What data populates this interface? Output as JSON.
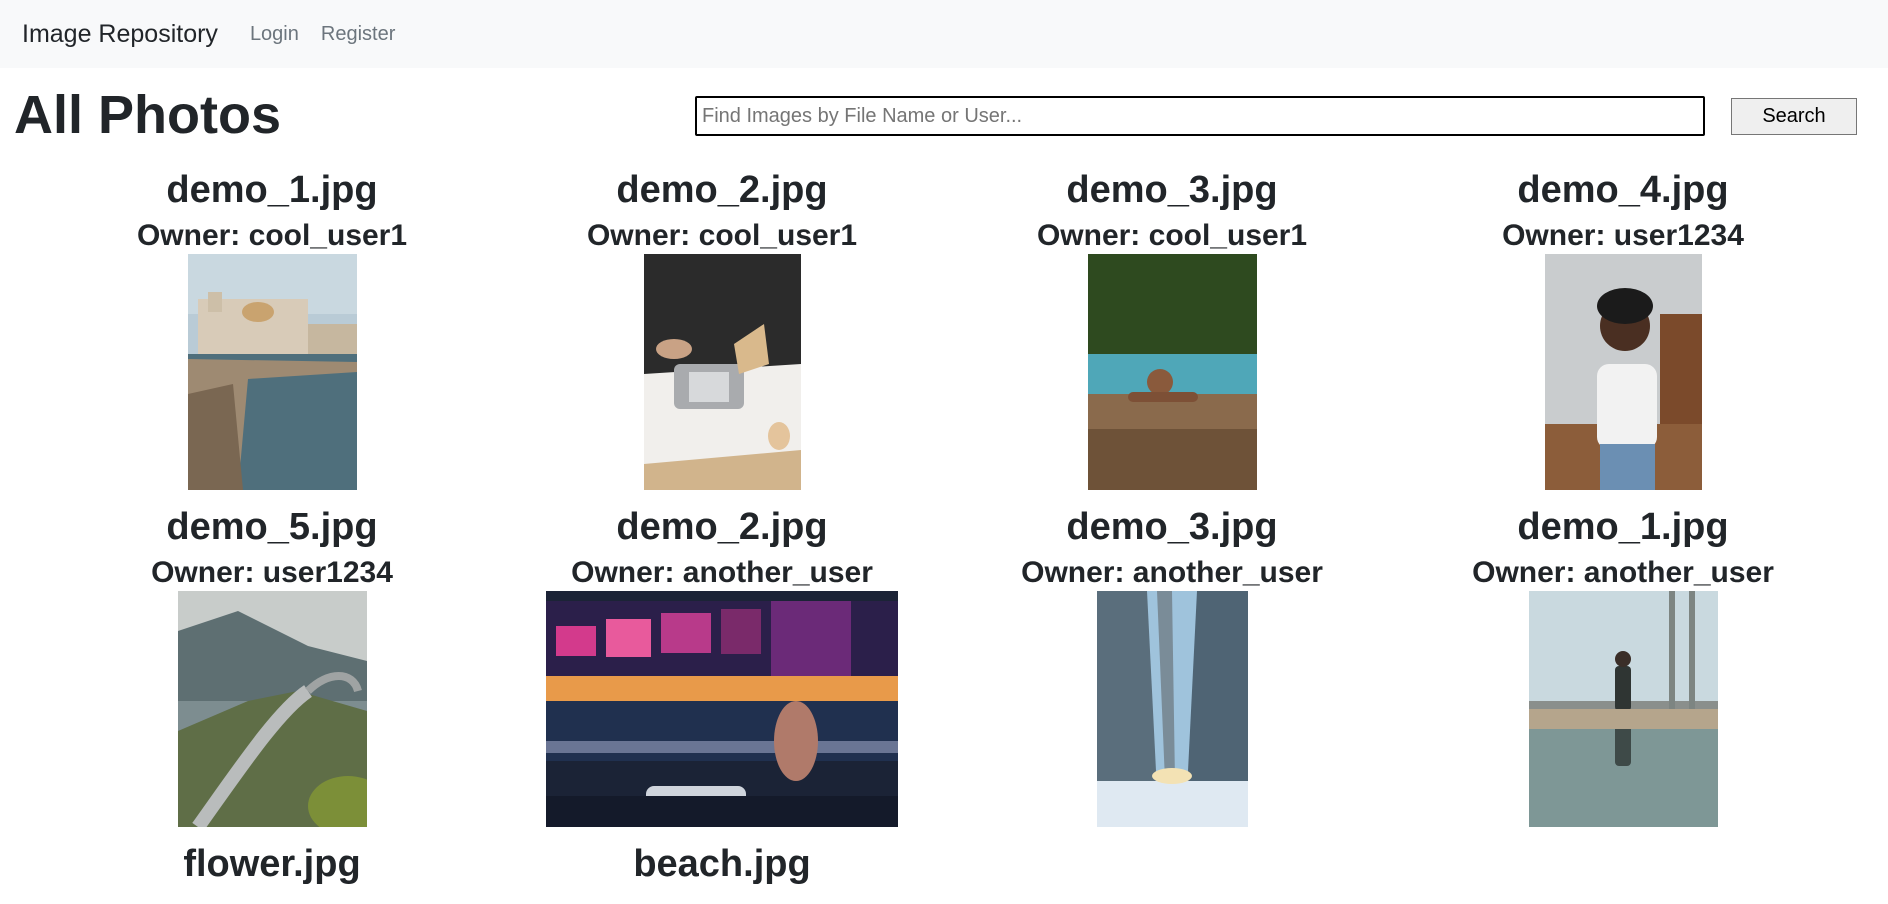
{
  "navbar": {
    "brand": "Image Repository",
    "links": [
      "Login",
      "Register"
    ]
  },
  "page": {
    "title": "All Photos"
  },
  "search": {
    "placeholder": "Find Images by File Name or User...",
    "value": "",
    "button_label": "Search"
  },
  "photos": [
    {
      "file": "demo_1.jpg",
      "owner": "Owner: cool_user1",
      "subject": "coastal town seawall"
    },
    {
      "file": "demo_2.jpg",
      "owner": "Owner: cool_user1",
      "subject": "pasta maker"
    },
    {
      "file": "demo_3.jpg",
      "owner": "Owner: cool_user1",
      "subject": "person in pool"
    },
    {
      "file": "demo_4.jpg",
      "owner": "Owner: user1234",
      "subject": "woman with headphones"
    },
    {
      "file": "demo_5.jpg",
      "owner": "Owner: user1234",
      "subject": "coastal bridge road"
    },
    {
      "file": "demo_2.jpg",
      "owner": "Owner: another_user",
      "subject": "neon city street"
    },
    {
      "file": "demo_3.jpg",
      "owner": "Owner: another_user",
      "subject": "snowy forest"
    },
    {
      "file": "demo_1.jpg",
      "owner": "Owner: another_user",
      "subject": "reflection in puddle"
    },
    {
      "file": "flower.jpg",
      "owner": "",
      "subject": ""
    },
    {
      "file": "beach.jpg",
      "owner": "",
      "subject": ""
    }
  ]
}
